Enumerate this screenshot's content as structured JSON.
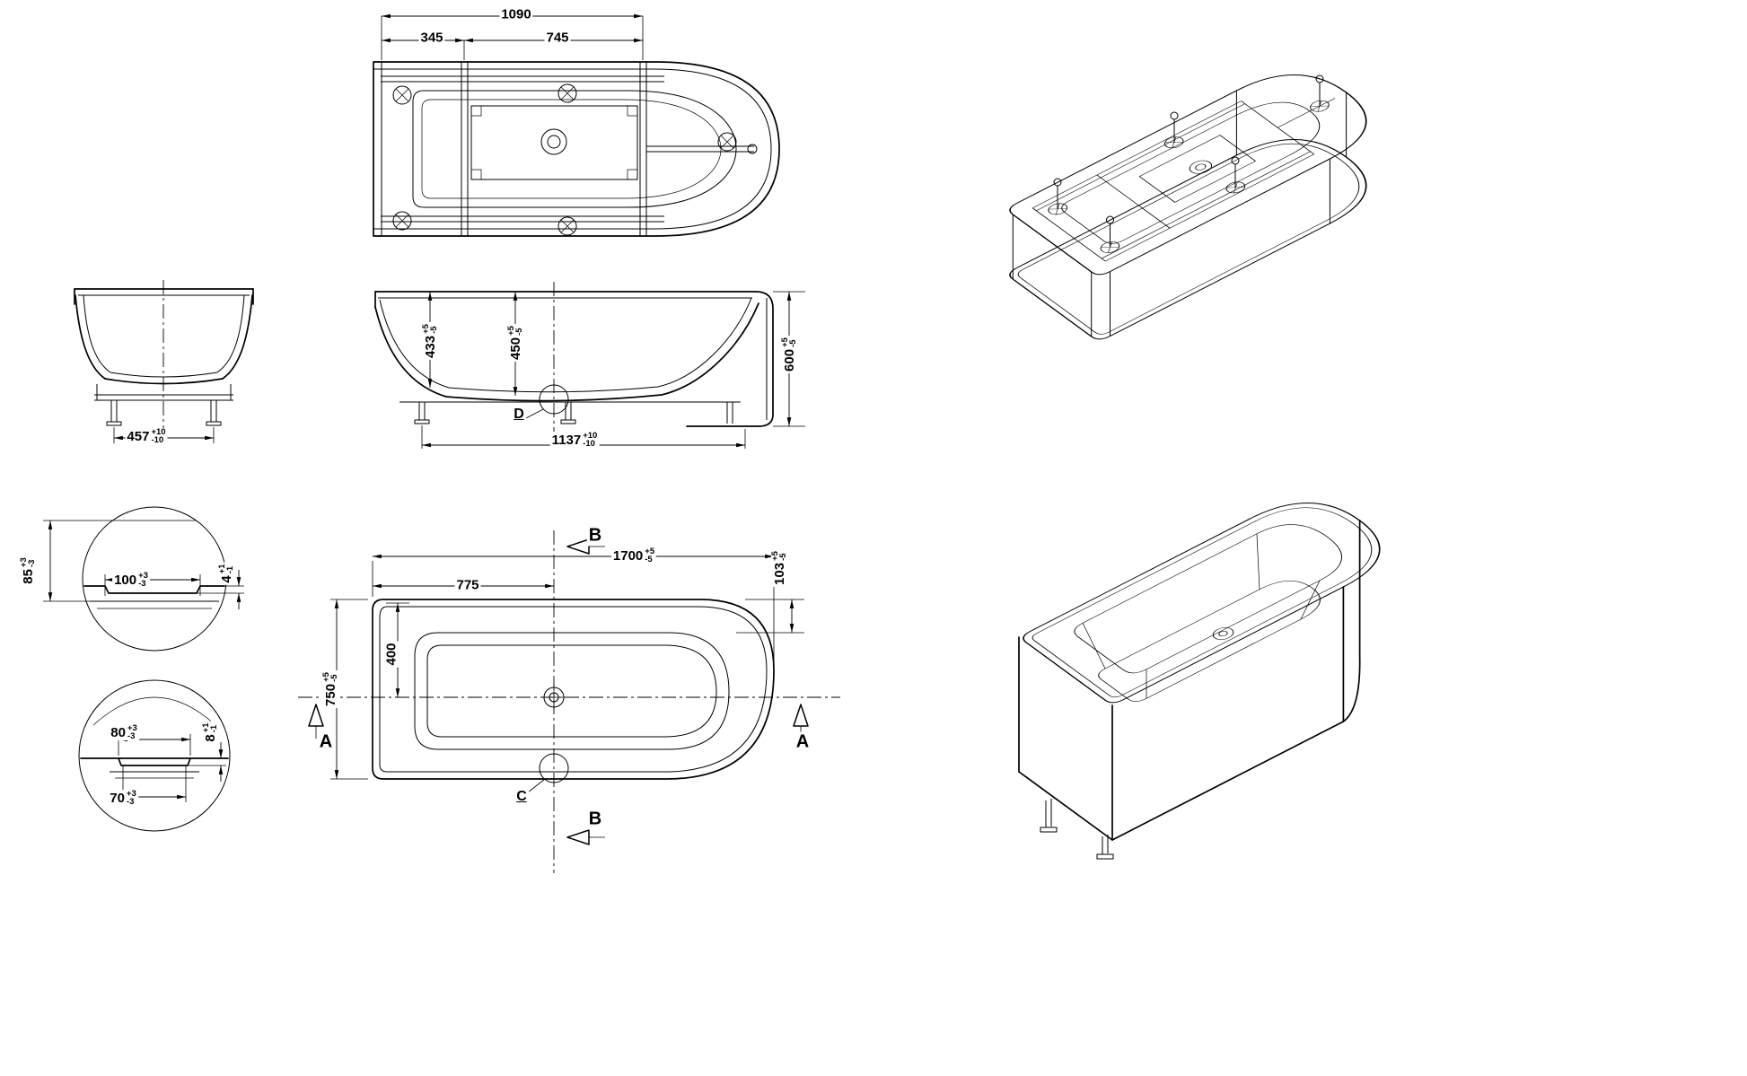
{
  "meta": {
    "title": "Bathtub technical drawing, multi-view"
  },
  "colors": {
    "line": "#000000",
    "background": "#ffffff"
  },
  "bottom_view": {
    "total": {
      "v": "1090"
    },
    "seg_left": {
      "v": "345"
    },
    "seg_right": {
      "v": "745"
    }
  },
  "end_view": {
    "leg_span": {
      "v": "457",
      "p": "+10",
      "m": "-10"
    }
  },
  "front_view": {
    "depth_left": {
      "v": "433",
      "p": "+5",
      "m": "-5"
    },
    "depth_center": {
      "v": "450",
      "p": "+5",
      "m": "-5"
    },
    "overall_height": {
      "v": "600",
      "p": "+5",
      "m": "-5"
    },
    "leg_span": {
      "v": "1137",
      "p": "+10",
      "m": "-10"
    },
    "drain_detail_label": "D"
  },
  "detail_upper": {
    "overall": {
      "v": "85",
      "p": "+3",
      "m": "-3"
    },
    "recess_width": {
      "v": "100",
      "p": "+3",
      "m": "-3"
    },
    "recess_depth": {
      "v": "4",
      "p": "+1",
      "m": "-1"
    }
  },
  "detail_lower": {
    "outer_width": {
      "v": "80",
      "p": "+3",
      "m": "-3"
    },
    "step_height": {
      "v": "8",
      "p": "+1",
      "m": "-1"
    },
    "inner_width": {
      "v": "70",
      "p": "+3",
      "m": "-3"
    }
  },
  "plan_view": {
    "length": {
      "v": "1700",
      "p": "+5",
      "m": "-5"
    },
    "length_to_center": {
      "v": "775"
    },
    "corner_offset": {
      "v": "103",
      "p": "+5",
      "m": "-5"
    },
    "basin_half_width": {
      "v": "400"
    },
    "width": {
      "v": "750",
      "p": "+5",
      "m": "-5"
    },
    "section_a_label": "A",
    "section_b_label": "B",
    "detail_c_label": "C"
  }
}
